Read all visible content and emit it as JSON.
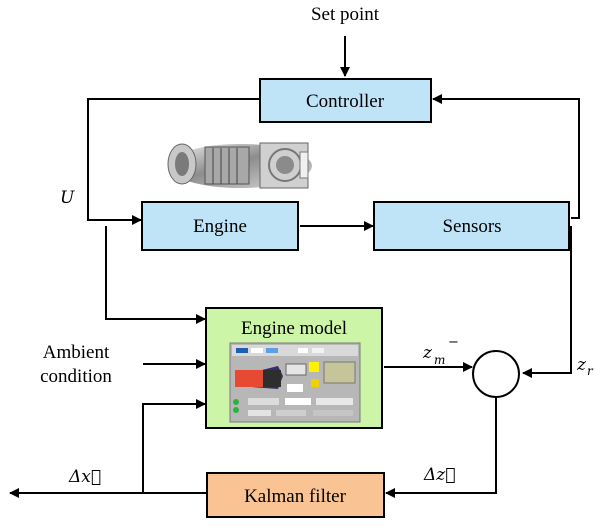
{
  "labels": {
    "set_point": "Set point",
    "controller": "Controller",
    "engine": "Engine",
    "sensors": "Sensors",
    "engine_model": "Engine model",
    "kalman_filter": "Kalman filter",
    "ambient_line1": "Ambient",
    "ambient_line2": "condition",
    "u": "U",
    "z_m": "z",
    "z_m_sub": "m",
    "z_m_sup": "−",
    "z_r": "z",
    "z_r_sub": "r",
    "delta_x": "Δx⃗",
    "delta_z": "Δz⃗"
  },
  "colors": {
    "controller_fill": "#bfe3f7",
    "engine_fill": "#bfe3f7",
    "sensors_fill": "#bfe3f7",
    "engine_model_fill": "#ccf5a8",
    "kalman_fill": "#f9c393",
    "stroke": "#000000"
  },
  "images": {
    "turbine": "gas-turbine-engine-photo",
    "model_screenshot": "engine-model-software-screenshot"
  }
}
